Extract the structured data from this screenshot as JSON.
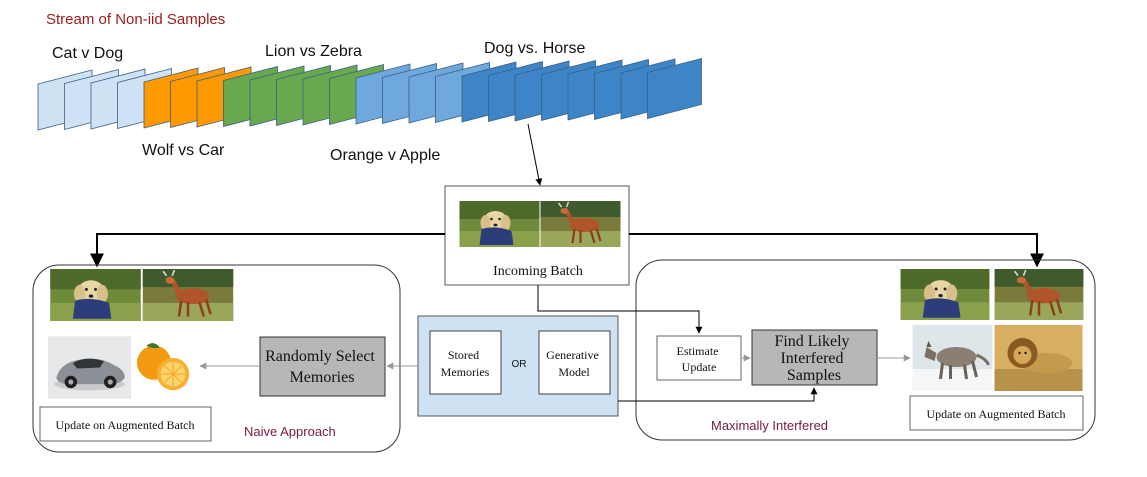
{
  "stream": {
    "title": "Stream of Non-iid Samples",
    "task_labels": [
      "Cat v Dog",
      "Lion vs Zebra",
      "Dog vs. Horse",
      "Wolf vs Car",
      "Orange v Apple"
    ]
  },
  "colors": {
    "title": "#9c1c1c",
    "cat_dog": "#cfe2f3",
    "wolf_car": "#ff9900",
    "lion_zebra": "#6aa84f",
    "orange_apple": "#6fa8dc",
    "dog_horse": "#3d85c6",
    "memory_panel": "#cfe2f3",
    "gray_box": "#b7b7b7",
    "naive_label": "#741b47"
  },
  "incoming_batch": {
    "label": "Incoming Batch"
  },
  "memory": {
    "stored_label": "Stored Memories",
    "or_label": "OR",
    "generative_label": "Generative Model"
  },
  "naive": {
    "select_label": "Randomly Select Memories",
    "update_label": "Update on Augmented Batch",
    "approach_label": "Naive Approach"
  },
  "mir": {
    "estimate_label": "Estimate Update",
    "find_label": "Find Likely Interfered Samples",
    "update_label": "Update on Augmented Batch",
    "approach_label": "Maximally Interfered"
  },
  "icons": [
    "puppy-photo",
    "deer-photo",
    "car-photo",
    "orange-photo",
    "wolf-photo",
    "lion-photo"
  ]
}
